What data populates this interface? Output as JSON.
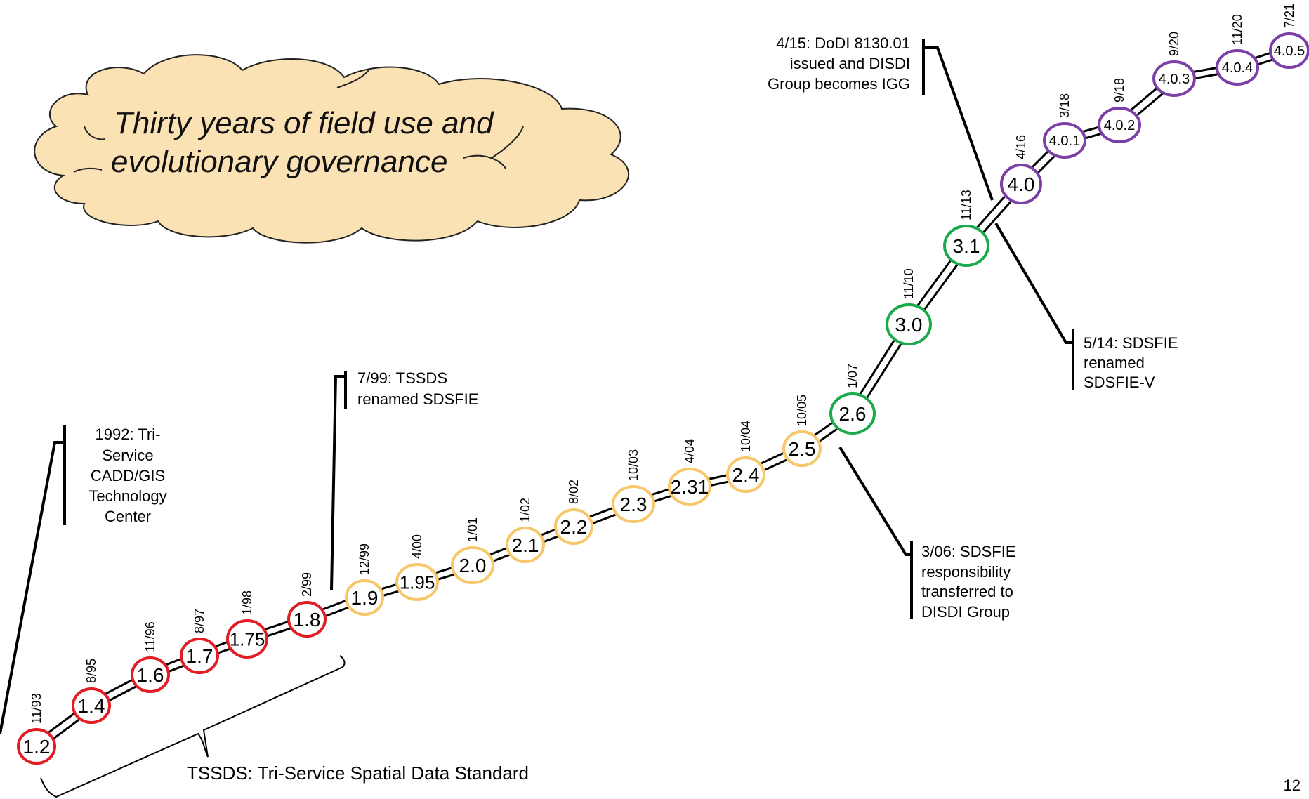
{
  "cloud": {
    "line1": "Thirty years of field use and",
    "line2": "evolutionary governance"
  },
  "colors": {
    "red": "#e21d26",
    "yellow": "#f7c76b",
    "green": "#1aaa4b",
    "purple": "#7b3fa6",
    "cloud_fill": "#fbe2b4"
  },
  "versions": [
    {
      "label": "1.2",
      "date": "11/93",
      "color": "red"
    },
    {
      "label": "1.4",
      "date": "8/95",
      "color": "red"
    },
    {
      "label": "1.6",
      "date": "11/96",
      "color": "red"
    },
    {
      "label": "1.7",
      "date": "8/97",
      "color": "red"
    },
    {
      "label": "1.75",
      "date": "1/98",
      "color": "red"
    },
    {
      "label": "1.8",
      "date": "2/99",
      "color": "red"
    },
    {
      "label": "1.9",
      "date": "12/99",
      "color": "yellow"
    },
    {
      "label": "1.95",
      "date": "4/00",
      "color": "yellow"
    },
    {
      "label": "2.0",
      "date": "1/01",
      "color": "yellow"
    },
    {
      "label": "2.1",
      "date": "1/02",
      "color": "yellow"
    },
    {
      "label": "2.2",
      "date": "8/02",
      "color": "yellow"
    },
    {
      "label": "2.3",
      "date": "10/03",
      "color": "yellow"
    },
    {
      "label": "2.31",
      "date": "4/04",
      "color": "yellow"
    },
    {
      "label": "2.4",
      "date": "10/04",
      "color": "yellow"
    },
    {
      "label": "2.5",
      "date": "10/05",
      "color": "yellow"
    },
    {
      "label": "2.6",
      "date": "1/07",
      "color": "green"
    },
    {
      "label": "3.0",
      "date": "11/10",
      "color": "green"
    },
    {
      "label": "3.1",
      "date": "11/13",
      "color": "green"
    },
    {
      "label": "4.0",
      "date": "4/16",
      "color": "purple"
    },
    {
      "label": "4.0.1",
      "date": "3/18",
      "color": "purple"
    },
    {
      "label": "4.0.2",
      "date": "9/18",
      "color": "purple"
    },
    {
      "label": "4.0.3",
      "date": "9/20",
      "color": "purple"
    },
    {
      "label": "4.0.4",
      "date": "11/20",
      "color": "purple"
    },
    {
      "label": "4.0.5",
      "date": "7/21",
      "color": "purple"
    }
  ],
  "annotations": {
    "tech_center": [
      "1992: Tri-",
      "Service",
      "CADD/GIS",
      "Technology",
      "Center"
    ],
    "renamed_sdsfie": [
      "7/99: TSSDS",
      "renamed SDSFIE"
    ],
    "disdi": [
      "3/06: SDSFIE",
      "responsibility",
      "transferred to",
      "DISDI Group"
    ],
    "dodi": [
      "4/15: DoDI 8130.01",
      "issued and DISDI",
      "Group becomes IGG"
    ],
    "sdsfie_v": [
      "5/14: SDSFIE",
      "renamed",
      "SDSFIE-V"
    ]
  },
  "tssds_caption": "TSSDS: Tri-Service Spatial Data Standard",
  "page_number": "12"
}
